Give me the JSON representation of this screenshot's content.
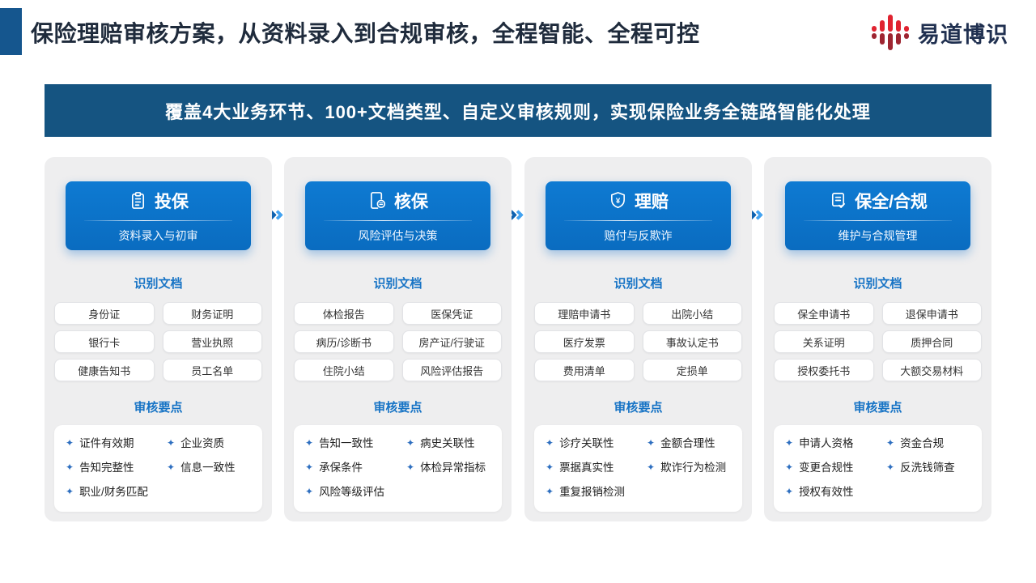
{
  "header": {
    "title": "保险理赔审核方案，从资料录入到合规审核，全程智能、全程可控",
    "logo_text": "易道博识"
  },
  "banner": {
    "text": "覆盖4大业务环节、100+文档类型、自定义审核规则，实现保险业务全链路智能化处理"
  },
  "section_labels": {
    "docs": "识别文档",
    "points": "审核要点"
  },
  "colors": {
    "accent_navy": "#15568e",
    "banner_blue": "#155481",
    "stage_blue": "#0d74c9",
    "heading_blue": "#1673c5",
    "bullet_blue": "#2e6fc0",
    "logo_red_top": "#e02330",
    "logo_red_bottom": "#9e2531",
    "column_bg": "#eeeeef"
  },
  "stages": [
    {
      "name": "投保",
      "icon": "clipboard-icon",
      "subtitle": "资料录入与初审",
      "docs": [
        "身份证",
        "财务证明",
        "银行卡",
        "营业执照",
        "健康告知书",
        "员工名单"
      ],
      "points": [
        "证件有效期",
        "企业资质",
        "告知完整性",
        "信息一致性",
        "职业/财务匹配"
      ]
    },
    {
      "name": "核保",
      "icon": "document-search-icon",
      "subtitle": "风险评估与决策",
      "docs": [
        "体检报告",
        "医保凭证",
        "病历/诊断书",
        "房产证/行驶证",
        "住院小结",
        "风险评估报告"
      ],
      "points": [
        "告知一致性",
        "病史关联性",
        "承保条件",
        "体检异常指标",
        "风险等级评估"
      ]
    },
    {
      "name": "理赔",
      "icon": "shield-yuan-icon",
      "subtitle": "赔付与反欺诈",
      "docs": [
        "理赔申请书",
        "出院小结",
        "医疗发票",
        "事故认定书",
        "费用清单",
        "定损单"
      ],
      "points": [
        "诊疗关联性",
        "金额合理性",
        "票据真实性",
        "欺诈行为检测",
        "重复报销检测"
      ]
    },
    {
      "name": "保全/合规",
      "icon": "document-check-icon",
      "subtitle": "维护与合规管理",
      "docs": [
        "保全申请书",
        "退保申请书",
        "关系证明",
        "质押合同",
        "授权委托书",
        "大额交易材料"
      ],
      "points": [
        "申请人资格",
        "资金合规",
        "变更合规性",
        "反洗钱筛查",
        "授权有效性"
      ]
    }
  ]
}
